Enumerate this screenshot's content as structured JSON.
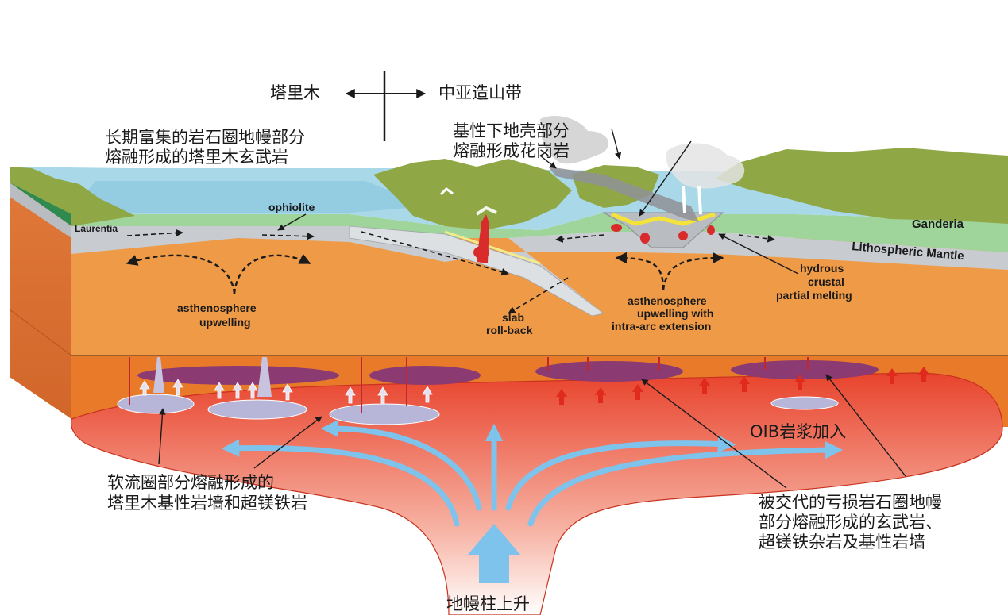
{
  "direction": {
    "left": "塔里木",
    "right": "中亚造山带"
  },
  "labels": {
    "tarim_basalt_line1": "长期富集的岩石圈地幔部分",
    "tarim_basalt_line2": "熔融形成的塔里木玄武岩",
    "granite_line1": "基性下地壳部分",
    "granite_line2": "熔融形成花岗岩",
    "ophiolite": "ophiolite",
    "laurentia": "Laurentia",
    "ganderia": "Ganderia",
    "lith_mantle": "Lithospheric Mantle",
    "hydrous_line1": "hydrous",
    "hydrous_line2": "crustal",
    "hydrous_line3": "partial melting",
    "asth_left_line1": "asthenosphere",
    "asth_left_line2": "upwelling",
    "slab_line1": "slab",
    "slab_line2": "roll-back",
    "asth_right_line1": "asthenosphere",
    "asth_right_line2": "upwelling with",
    "asth_right_line3": "intra-arc extension",
    "oib": "OIB岩浆加入",
    "dyke_line1": "软流圈部分熔融形成的",
    "dyke_line2": "塔里木基性岩墙和超镁铁岩",
    "depleted_line1": "被交代的亏损岩石圈地幔",
    "depleted_line2": "部分熔融形成的玄武岩、",
    "depleted_line3": "超镁铁杂岩及基性岩墙",
    "plume": "地幔柱上升"
  },
  "colors": {
    "ocean": "#a9d8e8",
    "land": "#8fa845",
    "crust_green": "#9fd49a",
    "lith_mantle": "#c8cbcf",
    "asthenosphere": "#ef9a47",
    "lower_layer": "#e87a2a",
    "plume": "#e8432c",
    "magma_purple": "#8b3a72",
    "melt_lilac": "#b8b6d8",
    "arrow_blue": "#7ec3ec"
  }
}
